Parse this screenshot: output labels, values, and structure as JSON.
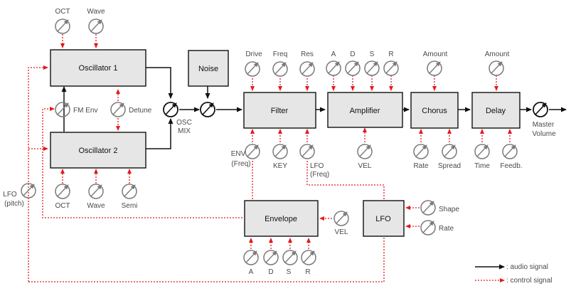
{
  "blocks": {
    "osc1": "Oscillator 1",
    "osc2": "Oscillator 2",
    "noise": "Noise",
    "filter": "Filter",
    "amplifier": "Amplifier",
    "chorus": "Chorus",
    "delay": "Delay",
    "envelope": "Envelope",
    "lfo": "LFO"
  },
  "knobs": {
    "osc1_oct": "OCT",
    "osc1_wave": "Wave",
    "fm_env": "FM Env",
    "detune": "Detune",
    "osc2_oct": "OCT",
    "osc2_wave": "Wave",
    "osc2_semi": "Semi",
    "osc_mix_1": "OSC",
    "osc_mix_2": "MIX",
    "lfo_pitch_1": "LFO",
    "lfo_pitch_2": "(pitch)",
    "drive": "Drive",
    "freq": "Freq",
    "res": "Res",
    "env_freq_1": "ENV",
    "env_freq_2": "(Freq)",
    "key": "KEY",
    "lfo_freq_1": "LFO",
    "lfo_freq_2": "(Freq)",
    "amp_a": "A",
    "amp_d": "D",
    "amp_s": "S",
    "amp_r": "R",
    "amp_vel": "VEL",
    "chorus_amount": "Amount",
    "chorus_rate": "Rate",
    "chorus_spread": "Spread",
    "delay_amount": "Amount",
    "delay_time": "Time",
    "delay_feedback": "Feedb.",
    "master_1": "Master",
    "master_2": "Volume",
    "env_vel": "VEL",
    "env_a": "A",
    "env_d": "D",
    "env_s": "S",
    "env_r": "R",
    "lfo_shape": "Shape",
    "lfo_rate": "Rate"
  },
  "legend": {
    "audio": ": audio signal",
    "control": ": control signal"
  },
  "colors": {
    "audio": "#111111",
    "control": "#e41a1c",
    "block_fill": "#e6e6e6",
    "knob": "#7a7a7a"
  }
}
